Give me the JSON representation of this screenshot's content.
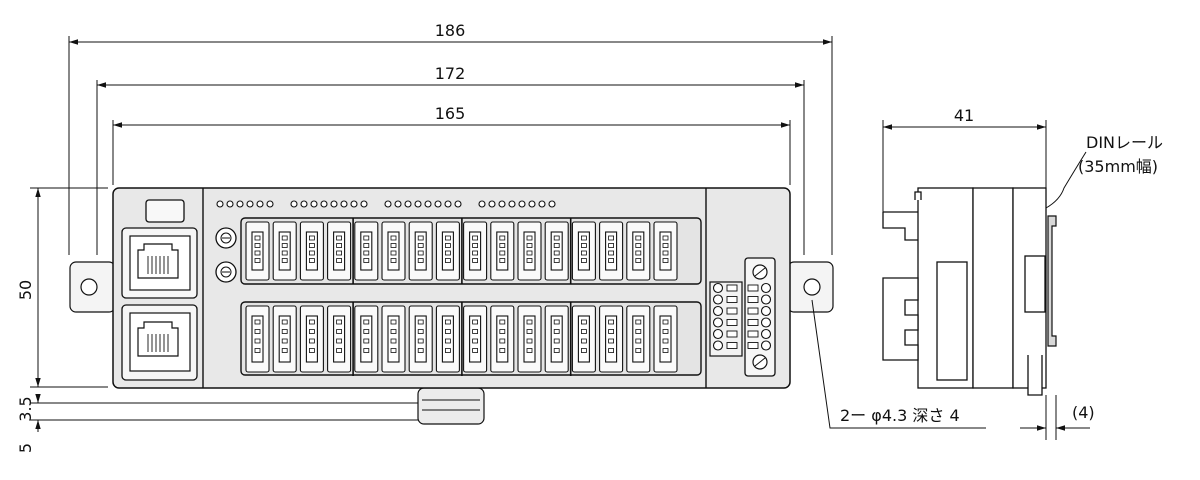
{
  "front_view": {
    "dimensions": {
      "overall_width": "186",
      "mount_pitch": "172",
      "body_width": "165",
      "height": "50",
      "bottom_offset_1": "3.5",
      "bottom_offset_2": "5"
    },
    "hole_callout": "2ー φ4.3 深さ 4",
    "connector_rows": 2,
    "connectors_per_row": 16,
    "led_groups": [
      [
        6
      ],
      [
        8
      ],
      [
        8
      ],
      [
        8
      ]
    ]
  },
  "side_view": {
    "dimensions": {
      "depth": "41",
      "rail_offset": "(4)"
    },
    "rail_label_line1": "DINレール",
    "rail_label_line2": "(35mm幅)"
  },
  "colors": {
    "body_fill": "#e8e8e8",
    "line": "#111111"
  }
}
